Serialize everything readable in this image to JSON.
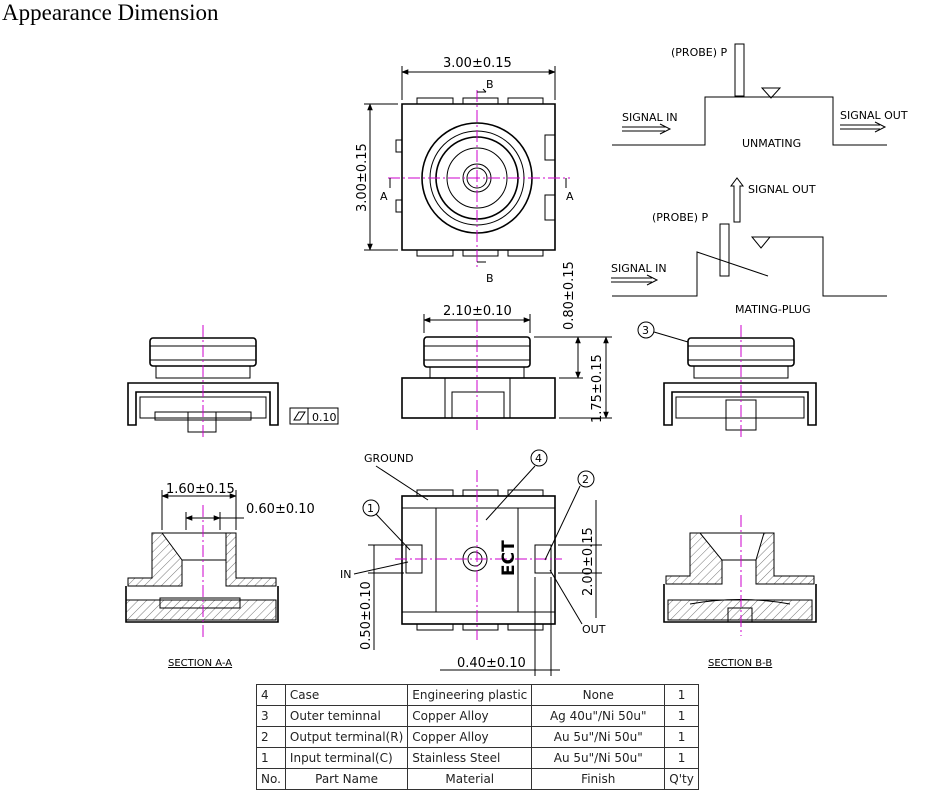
{
  "title": "Appearance Dimension",
  "dims": {
    "width_top": "3.00±0.15",
    "height_left": "3.00±0.15",
    "inner_dia": "2.10±0.10",
    "plug_height": "0.80±0.15",
    "total_height": "1.75±0.15",
    "flatness": "0.10",
    "sec_a_width": "1.60±0.15",
    "sec_a_inner": "0.60±0.10",
    "term_span": "2.00±0.15",
    "term_offset": "0.50±0.10",
    "term_width": "0.40±0.10"
  },
  "labels": {
    "probe_top": "(PROBE) P",
    "signal_in_top": "SIGNAL IN",
    "signal_out_top": "SIGNAL OUT",
    "unmating": "UNMATING",
    "signal_out_mid": "SIGNAL OUT",
    "probe_bottom": "(PROBE) P",
    "signal_in_bottom": "SIGNAL IN",
    "mating_plug": "MATING-PLUG",
    "ground": "GROUND",
    "in": "IN",
    "out": "OUT",
    "ect": "ECT",
    "section_a": "SECTION A-A",
    "section_b": "SECTION B-B",
    "sec_mark_a": "A",
    "sec_mark_b": "B",
    "callout_1": "1",
    "callout_2": "2",
    "callout_3": "3",
    "callout_4": "4"
  },
  "bom": {
    "rows": [
      {
        "no": "4",
        "part": "Case",
        "material": "Engineering plastic",
        "finish": "None",
        "qty": "1"
      },
      {
        "no": "3",
        "part": "Outer teminnal",
        "material": "Copper Alloy",
        "finish": "Ag 40u\"/Ni 50u\"",
        "qty": "1"
      },
      {
        "no": "2",
        "part": "Output terminal(R)",
        "material": "Copper Alloy",
        "finish": "Au 5u\"/Ni 50u\"",
        "qty": "1"
      },
      {
        "no": "1",
        "part": "Input terminal(C)",
        "material": "Stainless Steel",
        "finish": "Au 5u\"/Ni 50u\"",
        "qty": "1"
      }
    ],
    "header": {
      "no": "No.",
      "part": "Part Name",
      "material": "Material",
      "finish": "Finish",
      "qty": "Q'ty"
    }
  },
  "colors": {
    "centerline": "#cc00cc",
    "ink": "#000000"
  }
}
